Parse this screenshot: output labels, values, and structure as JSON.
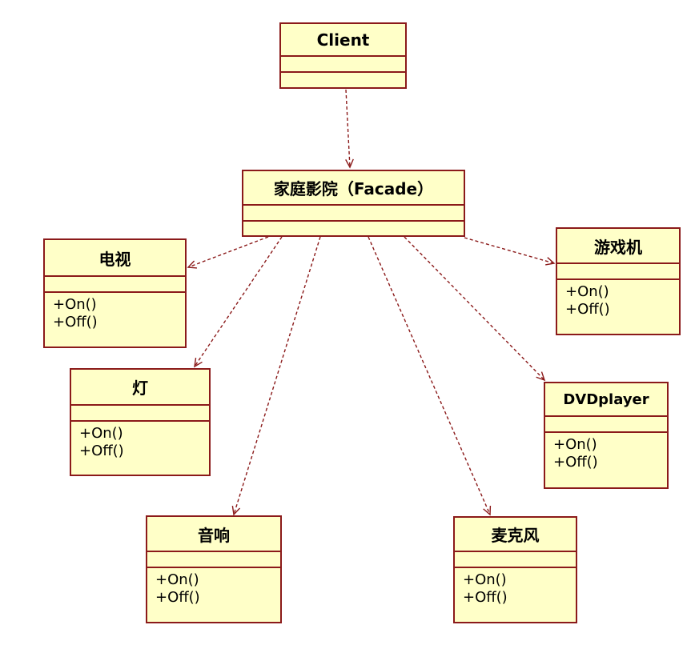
{
  "colors": {
    "box_fill": "#ffffc8",
    "border": "#8b1a1a",
    "arrow": "#8b1a1a"
  },
  "classes": {
    "client": {
      "name": "Client",
      "operations": []
    },
    "facade": {
      "name": "家庭影院（Facade）",
      "operations": []
    },
    "tv": {
      "name": "电视",
      "operations": [
        "+On()",
        "+Off()"
      ]
    },
    "light": {
      "name": "灯",
      "operations": [
        "+On()",
        "+Off()"
      ]
    },
    "speaker": {
      "name": "音响",
      "operations": [
        "+On()",
        "+Off()"
      ]
    },
    "game": {
      "name": "游戏机",
      "operations": [
        "+On()",
        "+Off()"
      ]
    },
    "dvd": {
      "name": "DVDplayer",
      "operations": [
        "+On()",
        "+Off()"
      ]
    },
    "mic": {
      "name": "麦克风",
      "operations": [
        "+On()",
        "+Off()"
      ]
    }
  },
  "relations": [
    {
      "from": "client",
      "to": "facade",
      "type": "dependency"
    },
    {
      "from": "facade",
      "to": "tv",
      "type": "dependency"
    },
    {
      "from": "facade",
      "to": "light",
      "type": "dependency"
    },
    {
      "from": "facade",
      "to": "speaker",
      "type": "dependency"
    },
    {
      "from": "facade",
      "to": "mic",
      "type": "dependency"
    },
    {
      "from": "facade",
      "to": "dvd",
      "type": "dependency"
    },
    {
      "from": "facade",
      "to": "game",
      "type": "dependency"
    }
  ]
}
